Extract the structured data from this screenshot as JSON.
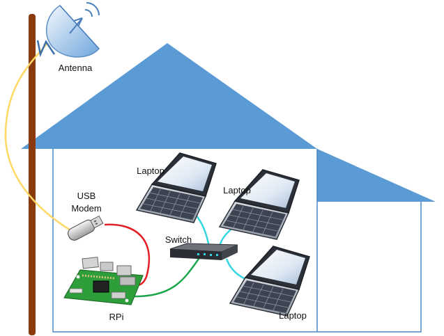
{
  "labels": {
    "antenna": "Antenna",
    "usb_modem_line1": "USB",
    "usb_modem_line2": "Modem",
    "switch": "Switch",
    "rpi": "RPi",
    "laptop_1": "Laptop",
    "laptop_2": "Laptop",
    "laptop_3": "Laptop"
  },
  "colors": {
    "roof": "#5b9bd5",
    "house_outline": "#4a86c5",
    "pole": "#8b3a0e",
    "antenna_cable": "#ffd966",
    "usb_cable": "#e31e24",
    "rpi_cable": "#1aa64a",
    "laptop_cables": "#33d6e0",
    "board": "#2e9e3a"
  },
  "icons": [
    "satellite-dish-icon",
    "usb-modem-icon",
    "network-switch-icon",
    "raspberry-pi-icon",
    "laptop-icon"
  ]
}
